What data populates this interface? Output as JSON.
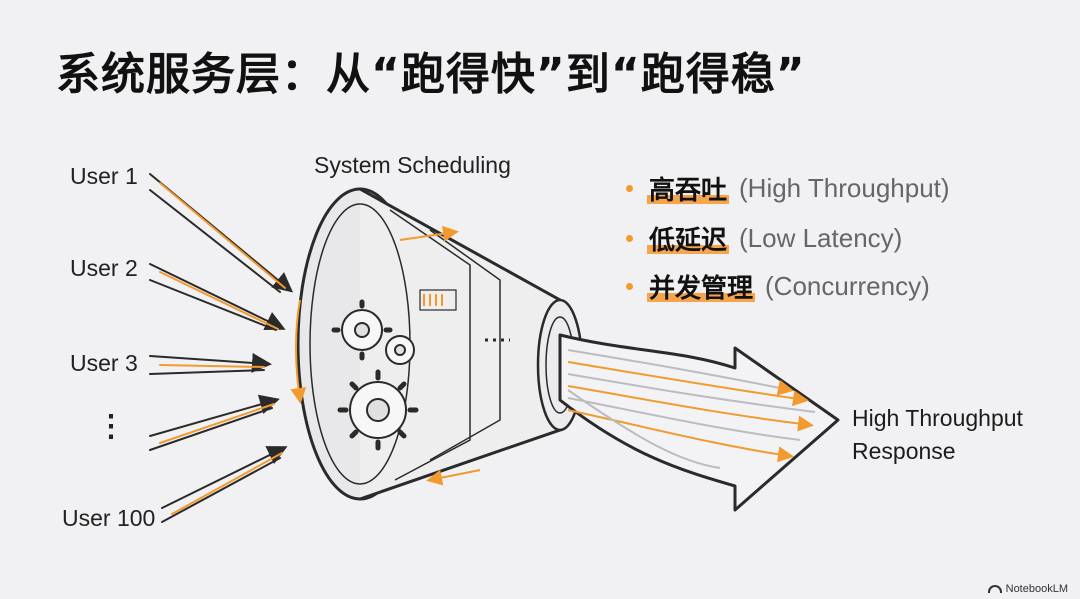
{
  "title": "系统服务层：从“跑得快”到“跑得稳”",
  "users": [
    "User 1",
    "User 2",
    "User 3",
    "User 100"
  ],
  "ellipsis": "⋮",
  "scheduler_label": "System Scheduling",
  "features": [
    {
      "zh": "高吞吐",
      "en": "(High Throughput)"
    },
    {
      "zh": "低延迟",
      "en": "(Low Latency)"
    },
    {
      "zh": "并发管理",
      "en": "(Concurrency)"
    }
  ],
  "response": {
    "line1": "High Throughput",
    "line2": "Response"
  },
  "brand": "NotebookLM",
  "colors": {
    "accent": "#f29a2e",
    "ink": "#2a2a2a",
    "background": "#f1f1f3"
  }
}
